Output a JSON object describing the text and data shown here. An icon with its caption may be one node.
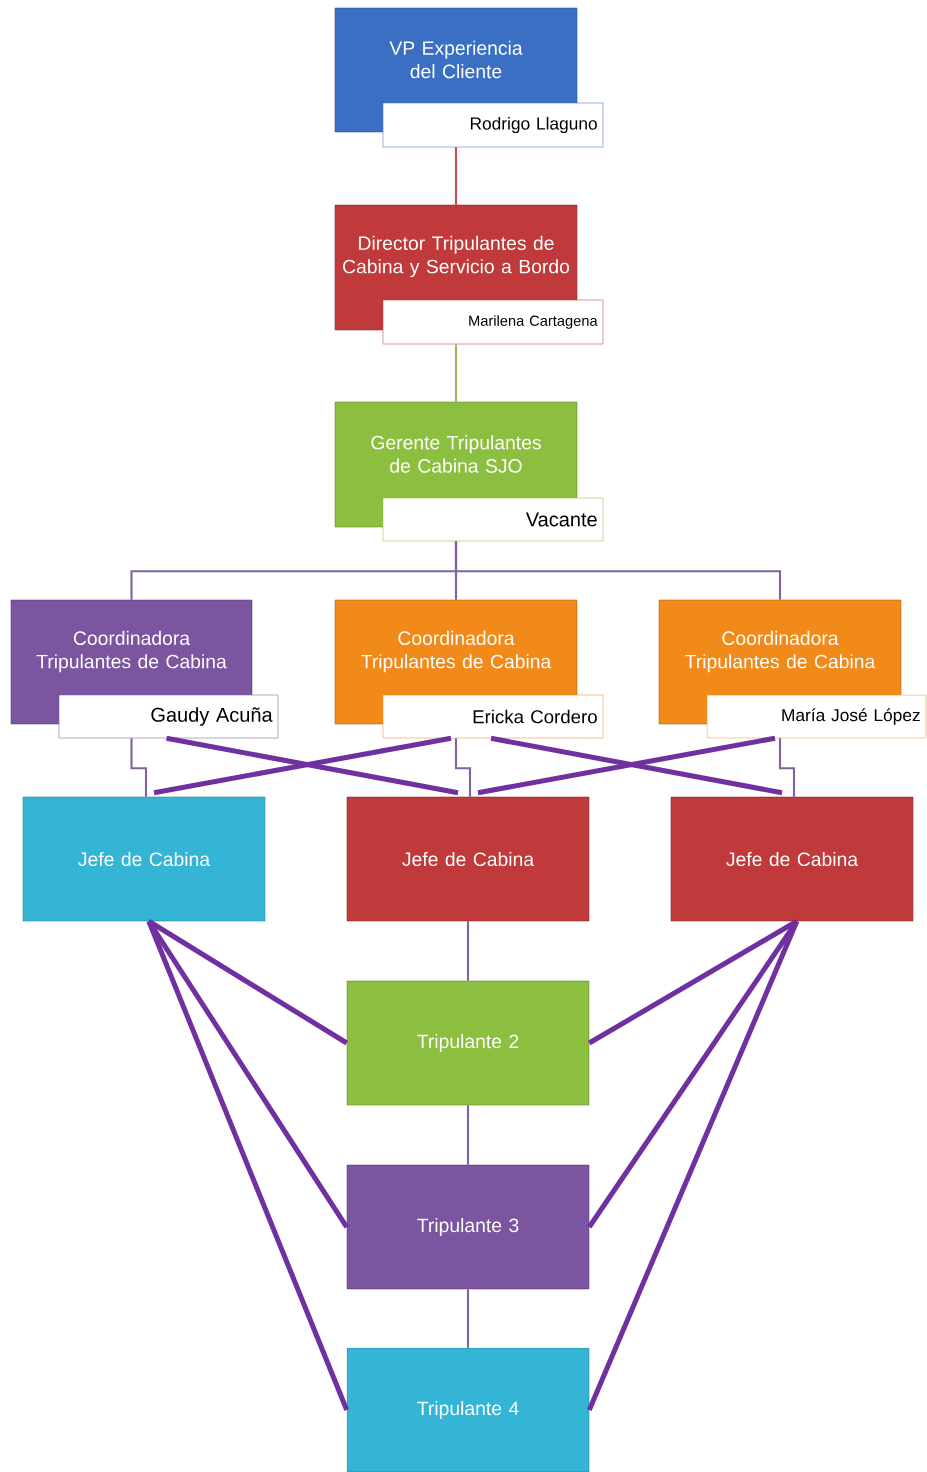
{
  "diagram": {
    "nodes": [
      {
        "text": [
          "VP Experiencia del Cliente",
          "Rodrigo Llaguno"
        ]
      },
      {
        "text": [
          "Director Tripulantes de Cabina y Servicio a Bordo",
          "Marilena Cartagena"
        ]
      },
      {
        "text": [
          "Gerente Tripulantes de Cabina SJO",
          "Vacante"
        ]
      },
      {
        "text": [
          "Coordinadora Tripulantes de Cabina",
          "Gaudy Acuña"
        ]
      },
      {
        "text": [
          "Coordinadora Tripulantes de Cabina",
          "Ericka Cordero"
        ]
      },
      {
        "text": [
          "Coordinadora Tripulantes de Cabina",
          "María José López"
        ]
      },
      {
        "text": [
          "Jefe de Cabina"
        ]
      },
      {
        "text": [
          "Jefe de Cabina"
        ]
      },
      {
        "text": [
          "Jefe de Cabina"
        ]
      },
      {
        "text": [
          "Tripulante 2"
        ]
      },
      {
        "text": [
          "Tripulante 3"
        ]
      },
      {
        "text": [
          "Tripulante 4"
        ]
      }
    ],
    "edges": [
      {
        "from": 0,
        "to": 1,
        "arrow": "none",
        "color": "#c0504d"
      },
      {
        "from": 1,
        "to": 2,
        "arrow": "none",
        "color": "#9bbb59"
      },
      {
        "from": 2,
        "to": 3,
        "arrow": "none"
      },
      {
        "from": 2,
        "to": 4,
        "arrow": "none"
      },
      {
        "from": 2,
        "to": 5,
        "arrow": "none"
      },
      {
        "from": 3,
        "to": 6,
        "arrow": "none"
      },
      {
        "from": 4,
        "to": 7,
        "arrow": "none"
      },
      {
        "from": 5,
        "to": 8,
        "arrow": "none"
      },
      {
        "from": 3,
        "to": 7,
        "arrow": "none",
        "style": "thick",
        "color": "#7030a0"
      },
      {
        "from": 4,
        "to": 6,
        "arrow": "none",
        "style": "thick",
        "color": "#7030a0"
      },
      {
        "from": 4,
        "to": 8,
        "arrow": "none",
        "style": "thick",
        "color": "#7030a0"
      },
      {
        "from": 5,
        "to": 7,
        "arrow": "none",
        "style": "thick",
        "color": "#7030a0"
      },
      {
        "from": 6,
        "to": 9,
        "arrow": "none",
        "style": "thick",
        "color": "#7030a0"
      },
      {
        "from": 6,
        "to": 10,
        "arrow": "none",
        "style": "thick",
        "color": "#7030a0"
      },
      {
        "from": 6,
        "to": 11,
        "arrow": "none",
        "style": "thick",
        "color": "#7030a0"
      },
      {
        "from": 7,
        "to": 9,
        "arrow": "none"
      },
      {
        "from": 9,
        "to": 10,
        "arrow": "none"
      },
      {
        "from": 10,
        "to": 11,
        "arrow": "none"
      },
      {
        "from": 8,
        "to": 9,
        "arrow": "none",
        "style": "thick",
        "color": "#7030a0"
      },
      {
        "from": 8,
        "to": 10,
        "arrow": "none",
        "style": "thick",
        "color": "#7030a0"
      },
      {
        "from": 8,
        "to": 11,
        "arrow": "none",
        "style": "thick",
        "color": "#7030a0"
      }
    ]
  }
}
